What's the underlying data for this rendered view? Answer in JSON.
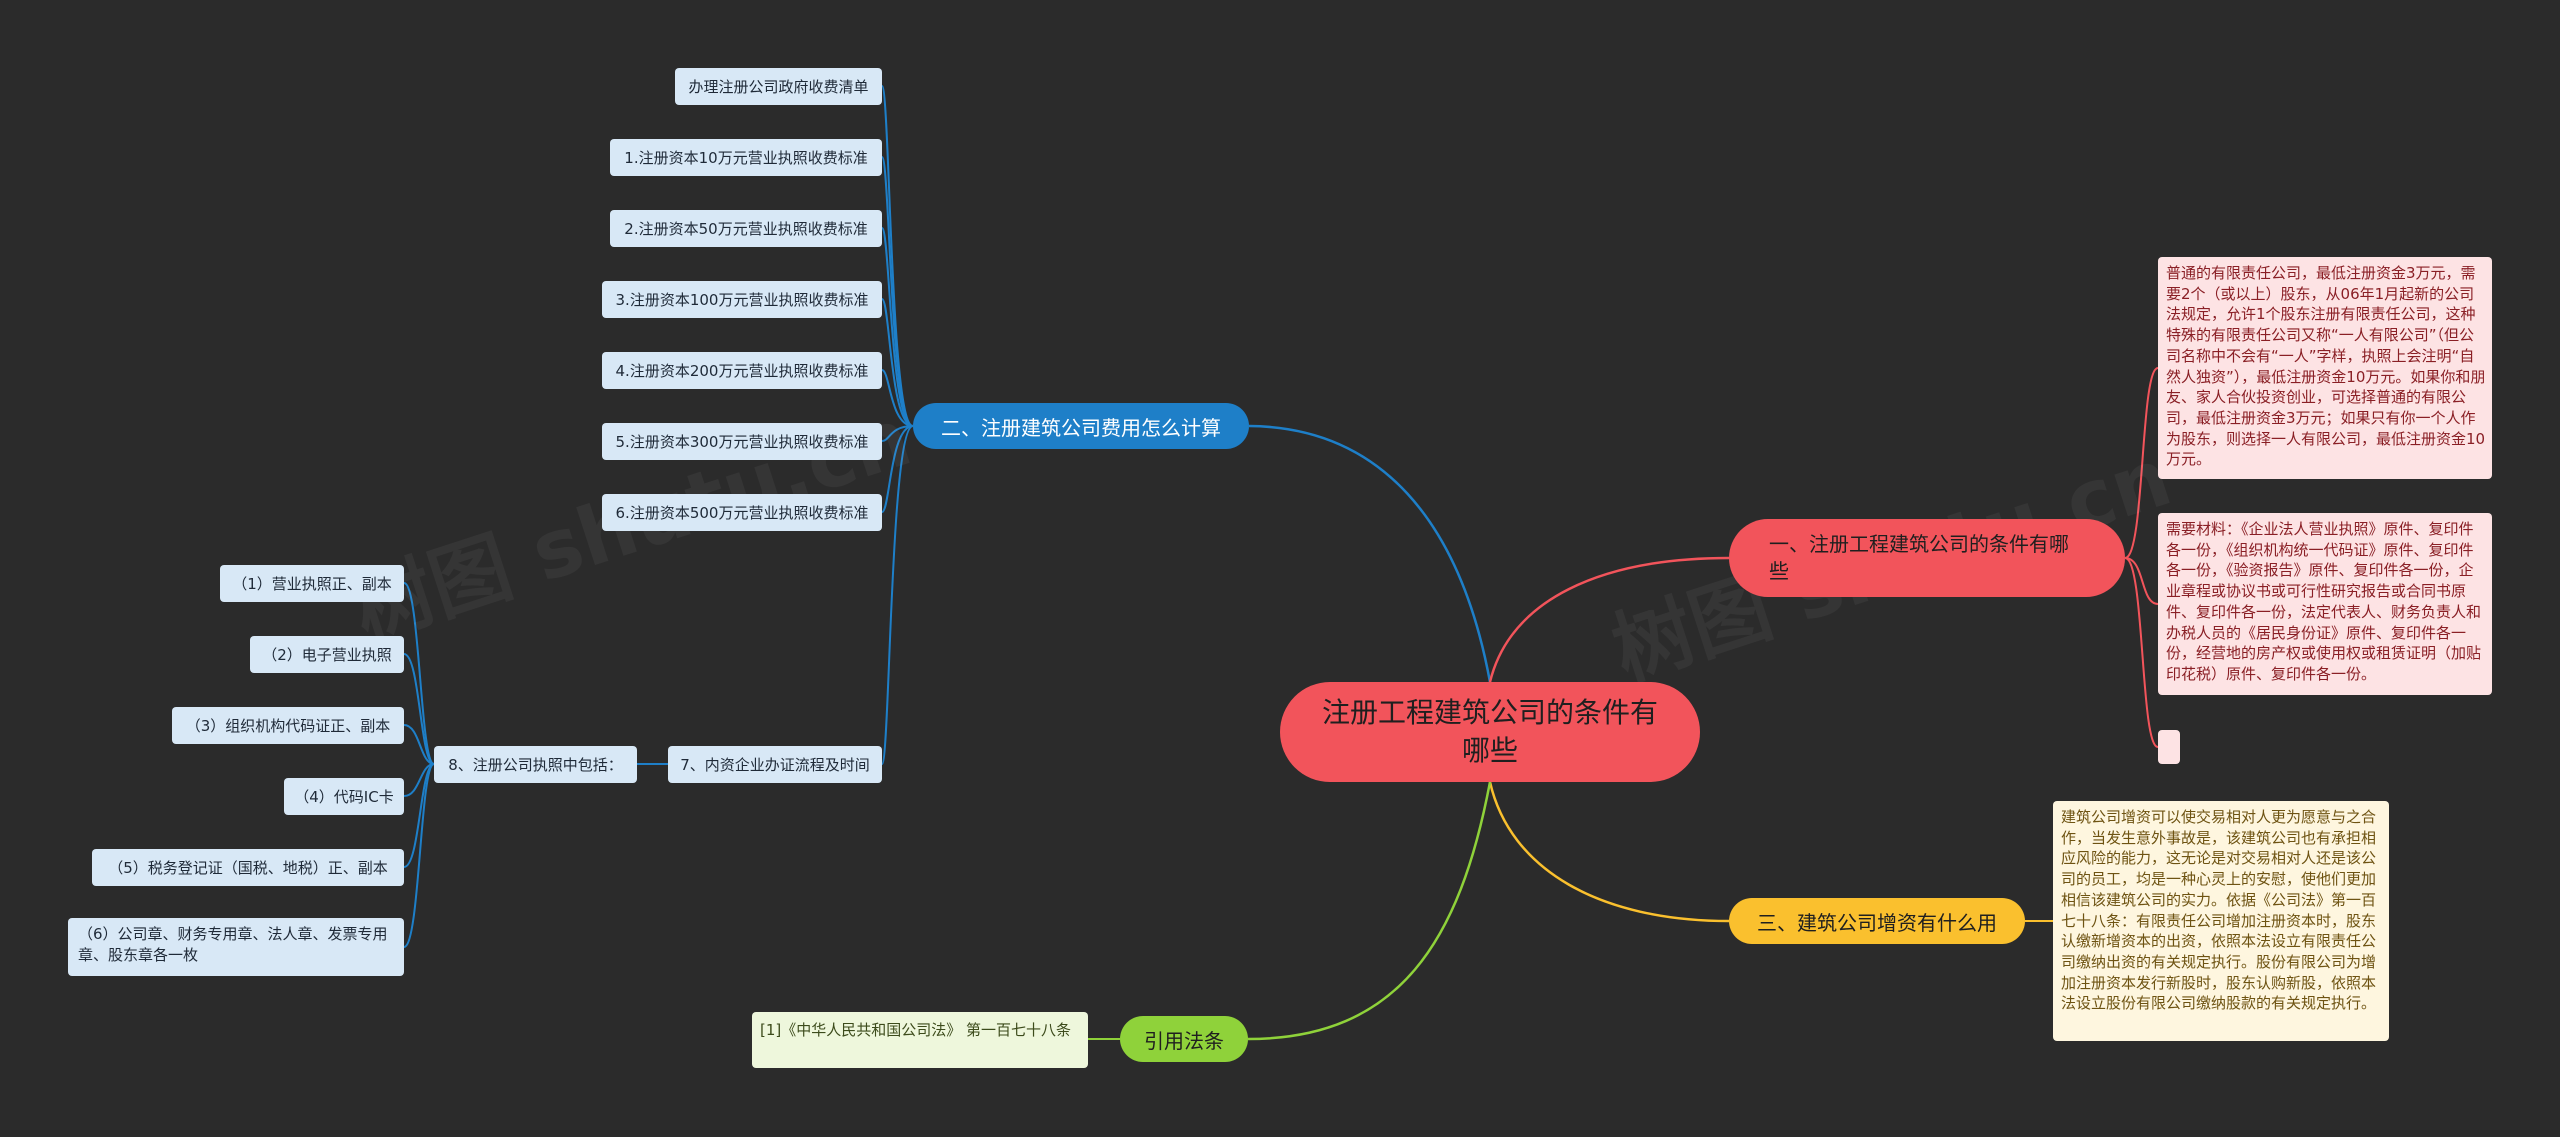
{
  "root": {
    "title": "注册工程建筑公司的条件有哪些"
  },
  "branches": {
    "fee": {
      "label": "二、注册建筑公司费用怎么计算",
      "color": "#1e7fc8"
    },
    "conditions": {
      "label": "一、注册工程建筑公司的条件有哪些",
      "color": "#f2545b"
    },
    "capital": {
      "label": "三、建筑公司增资有什么用",
      "color": "#fac02e"
    },
    "law": {
      "label": "引用法条",
      "color": "#8fd23a"
    }
  },
  "fee_items": [
    "办理注册公司政府收费清单",
    "1.注册资本10万元营业执照收费标准",
    "2.注册资本50万元营业执照收费标准",
    "3.注册资本100万元营业执照收费标准",
    "4.注册资本200万元营业执照收费标准",
    "5.注册资本300万元营业执照收费标准",
    "6.注册资本500万元营业执照收费标准",
    "7、内资企业办证流程及时间"
  ],
  "license": {
    "label": "8、注册公司执照中包括：",
    "items": [
      "（1）营业执照正、副本",
      "（2）电子营业执照",
      "（3）组织机构代码证正、副本",
      "（4）代码IC卡",
      "（5）税务登记证（国税、地税）正、副本",
      "（6）公司章、财务专用章、法人章、发票专用章、股东章各一枚"
    ]
  },
  "conditions_items": [
    "普通的有限责任公司，最低注册资金3万元，需要2个（或以上）股东，从06年1月起新的公司法规定，允许1个股东注册有限责任公司，这种特殊的有限责任公司又称“一人有限公司”（但公司名称中不会有“一人”字样，执照上会注明“自然人独资”），最低注册资金10万元。如果你和朋友、家人合伙投资创业，可选择普通的有限公司，最低注册资金3万元；如果只有你一个人作为股东，则选择一人有限公司，最低注册资金10万元。",
    "需要材料：《企业法人营业执照》原件、复印件各一份，《组织机构统一代码证》原件、复印件各一份，《验资报告》原件、复印件各一份，企业章程或协议书或可行性研究报告或合同书原件、复印件各一份，法定代表人、财务负责人和办税人员的《居民身份证》原件、复印件各一份，经营地的房产权或使用权或租赁证明（加贴印花税）原件、复印件各一份。",
    ""
  ],
  "capital_text": "建筑公司增资可以使交易相对人更为愿意与之合作，当发生意外事故是，该建筑公司也有承担相应风险的能力，这无论是对交易相对人还是该公司的员工，均是一种心灵上的安慰，使他们更加相信该建筑公司的实力。依据《公司法》第一百七十八条：有限责任公司增加注册资本时，股东认缴新增资本的出资，依照本法设立有限责任公司缴纳出资的有关规定执行。股份有限公司为增加注册资本发行新股时，股东认购新股，依照本法设立股份有限公司缴纳股款的有关规定执行。",
  "law_text": "[1]《中华人民共和国公司法》 第一百七十八条",
  "watermarks": [
    "树图 shutu.cn",
    "树图 shutu.cn"
  ]
}
